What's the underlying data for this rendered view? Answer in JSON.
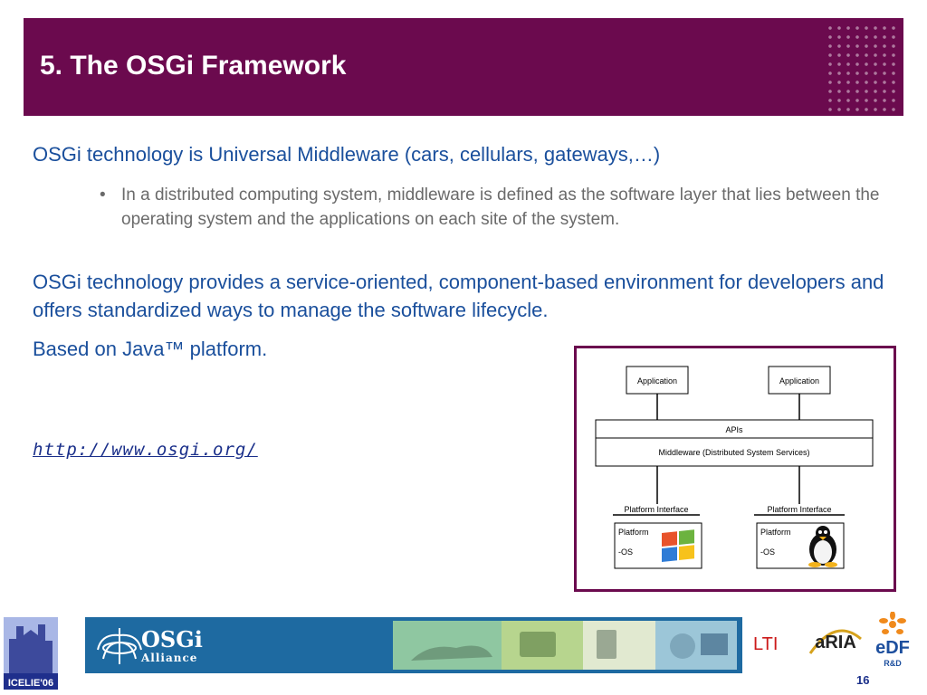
{
  "header": {
    "title": "5. The OSGi Framework"
  },
  "body": {
    "paragraph1": "OSGi technology is Universal Middleware (cars, cellulars, gateways,…)",
    "bullet_mark": "•",
    "bullet1": "In a distributed computing system, middleware is defined as the software layer that lies between the operating system and the applications on each site of the system.",
    "paragraph2": "OSGi technology provides a service-oriented, component-based environment for developers and offers standardized ways to manage the software lifecycle.",
    "paragraph3": "Based on Java™ platform.",
    "link": "http://www.osgi.org/"
  },
  "diagram": {
    "app_left": "Application",
    "app_right": "Application",
    "apis": "APIs",
    "middleware": "Middleware (Distributed System Services)",
    "platform_interface_left": "Platform Interface",
    "platform_interface_right": "Platform Interface",
    "platform_left": "Platform",
    "os_left": "-OS",
    "platform_right": "Platform",
    "os_right": "-OS"
  },
  "footer": {
    "left_logo_text": "ICELIE'06",
    "osgi_logo": "OSGi",
    "alliance": "Alliance",
    "lti": "LTI",
    "aria_logo": "aRIA",
    "edf_logo": "eDF",
    "edf_sub": "R&D",
    "page_number": "16"
  },
  "colors": {
    "header_bg": "#6b0a4e",
    "body_text": "#1a4f9c",
    "bullet_text": "#6a6a6a",
    "lti": "#cc1a1a",
    "banner_bg": "#1e6aa1"
  }
}
